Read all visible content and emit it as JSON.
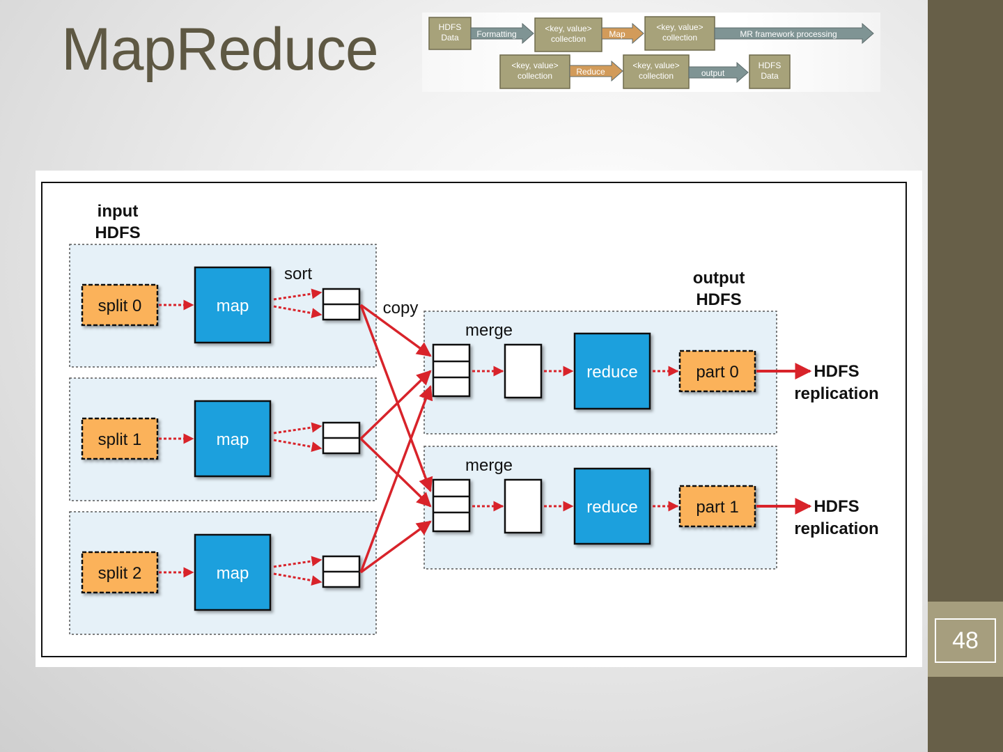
{
  "slide": {
    "title": "MapReduce",
    "page_number": "48",
    "colors": {
      "sidebar": "#675f48",
      "page_band": "#a69e7e",
      "title": "#5e5843"
    }
  },
  "flow_overview": {
    "row1": [
      {
        "type": "box",
        "label_lines": [
          "HDFS",
          "Data"
        ]
      },
      {
        "type": "arrow",
        "label": "Formatting",
        "color": "#7f9494"
      },
      {
        "type": "box",
        "label_lines": [
          "<key, value>",
          "collection"
        ]
      },
      {
        "type": "arrow",
        "label": "Map",
        "color": "#d29b5a"
      },
      {
        "type": "box",
        "label_lines": [
          "<key, value>",
          "collection"
        ]
      },
      {
        "type": "arrow",
        "label": "MR framework processing",
        "color": "#7f9494"
      }
    ],
    "row2": [
      {
        "type": "box",
        "label_lines": [
          "<key, value>",
          "collection"
        ]
      },
      {
        "type": "arrow",
        "label": "Reduce",
        "color": "#d29b5a"
      },
      {
        "type": "box",
        "label_lines": [
          "<key, value>",
          "collection"
        ]
      },
      {
        "type": "arrow",
        "label": "output",
        "color": "#7f9494"
      },
      {
        "type": "box",
        "label_lines": [
          "HDFS",
          "Data"
        ]
      }
    ],
    "box_color": "#a7a27a"
  },
  "diagram": {
    "input_label": [
      "input",
      "HDFS"
    ],
    "output_label": [
      "output",
      "HDFS"
    ],
    "sort_label": "sort",
    "copy_label": "copy",
    "splits": [
      "split 0",
      "split 1",
      "split 2"
    ],
    "map_label": "map",
    "merge_label": "merge",
    "reduce_label": "reduce",
    "parts": [
      "part 0",
      "part 1"
    ],
    "replication_label": [
      "HDFS",
      "replication"
    ],
    "colors": {
      "split_fill": "#fbb25a",
      "map_fill": "#1ea0dd",
      "arrow": "#d8232a",
      "region_fill": "#e6f1f8"
    }
  }
}
